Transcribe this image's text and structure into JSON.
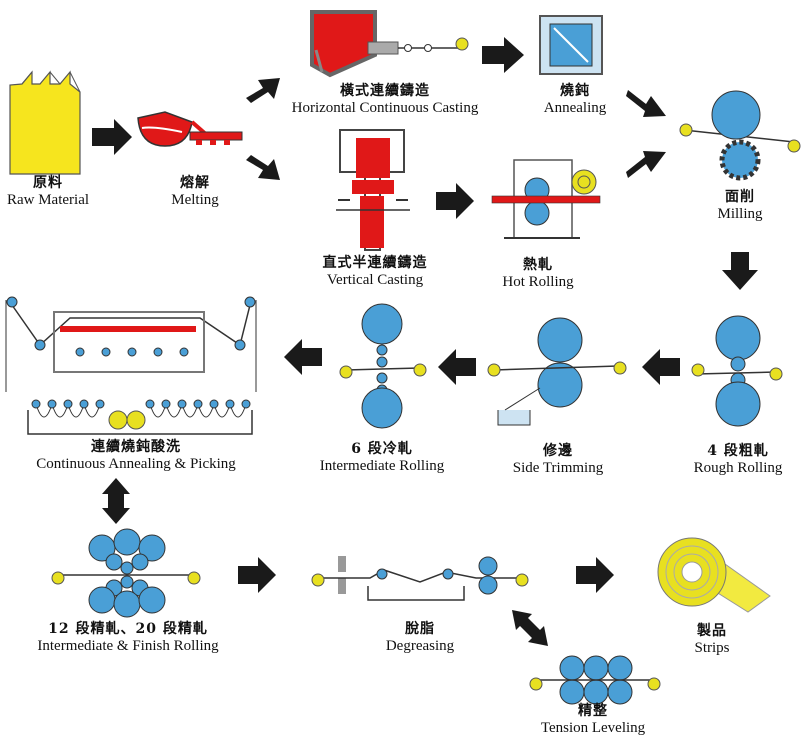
{
  "steps": {
    "raw_material": {
      "zh": "原料",
      "en": "Raw Material"
    },
    "melting": {
      "zh": "熔解",
      "en": "Melting"
    },
    "horizontal_casting": {
      "zh": "橫式連續鑄造",
      "en": "Horizontal Continuous Casting"
    },
    "annealing": {
      "zh": "燒鈍",
      "en": "Annealing"
    },
    "vertical_casting": {
      "zh": "直式半連續鑄造",
      "en": "Vertical Casting"
    },
    "hot_rolling": {
      "zh": "熱軋",
      "en": "Hot Rolling"
    },
    "milling": {
      "zh": "面削",
      "en": "Milling"
    },
    "rough_rolling": {
      "zh": "4 段粗軋",
      "en": "Rough Rolling"
    },
    "side_trimming": {
      "zh": "修邊",
      "en": "Side Trimming"
    },
    "intermediate_rolling": {
      "zh": "6 段冷軋",
      "en": "Intermediate Rolling"
    },
    "continuous_annealing": {
      "zh": "連續燒鈍酸洗",
      "en": "Continuous Annealing & Picking"
    },
    "finish_rolling": {
      "zh": "12 段精軋、20 段精軋",
      "en": "Intermediate & Finish Rolling"
    },
    "degreasing": {
      "zh": "脫脂",
      "en": "Degreasing"
    },
    "strips": {
      "zh": "製品",
      "en": "Strips"
    },
    "tension_leveling": {
      "zh": "精整",
      "en": "Tension Leveling"
    }
  },
  "colors": {
    "roll": "#4a9fd6",
    "molten": "#e01818",
    "raw": "#f6e51e",
    "coil": "#e8e020",
    "arrow": "#1a1a1a",
    "box": "#2b8fd0"
  }
}
